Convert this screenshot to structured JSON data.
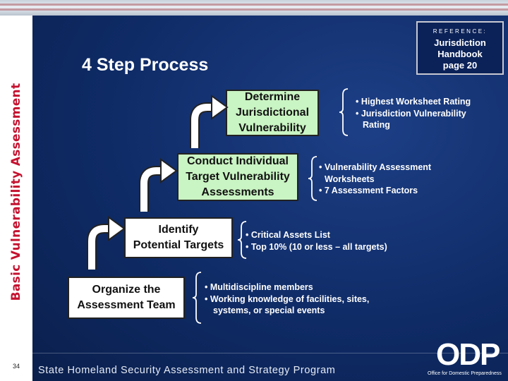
{
  "side_title": "Basic Vulnerability Assessment",
  "page_number": "34",
  "title": "4 Step Process",
  "reference": {
    "label": "REFERENCE:",
    "line1": "Jurisdiction",
    "line2": "Handbook",
    "line3": "page 20"
  },
  "steps": [
    {
      "line1": "Determine",
      "line2": "Jurisdictional",
      "line3": "Vulnerability"
    },
    {
      "line1": "Conduct Individual",
      "line2": "Target Vulnerability",
      "line3": "Assessments"
    },
    {
      "line1": "Identify",
      "line2": "Potential Targets"
    },
    {
      "line1": "Organize the",
      "line2": "Assessment Team"
    }
  ],
  "bullets": [
    [
      "• Highest Worksheet Rating",
      "• Jurisdiction Vulnerability",
      "   Rating"
    ],
    [
      "• Vulnerability Assessment",
      "   Worksheets",
      "• 7 Assessment Factors"
    ],
    [
      "• Critical Assets List",
      "• Top 10%  (10 or less – all targets)"
    ],
    [
      "• Multidiscipline members",
      "• Working knowledge of facilities, sites,",
      "   systems, or special events"
    ]
  ],
  "footer": "State Homeland Security Assessment and Strategy Program",
  "logo": {
    "text": "ODP",
    "subtitle": "Office for Domestic Preparedness"
  },
  "colors": {
    "side_title": "#c4122f",
    "step_highlight": "#c9f4c3",
    "background": "#0f2b66"
  }
}
